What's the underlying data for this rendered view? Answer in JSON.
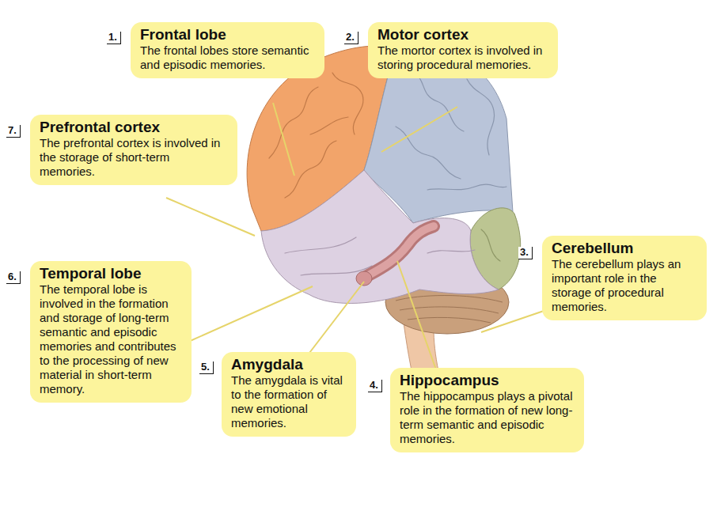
{
  "diagram": {
    "nodes": [
      {
        "text": [
          "Frontal lobe",
          "The frontal lobes store semantic and episodic memories."
        ]
      },
      {
        "text": [
          "Motor cortex",
          "The mortor cortex is involved in storing procedural memories."
        ]
      },
      {
        "text": [
          "Prefrontal cortex",
          "The prefrontal cortex is involved in the storage of short-term memories."
        ]
      },
      {
        "text": [
          "Cerebellum",
          "The cerebellum plays an important role in the storage of procedural memories."
        ]
      },
      {
        "text": [
          "Temporal lobe",
          "The temporal lobe is involved in the formation and storage of long-term semantic and episodic memories and contributes to the processing of new material in short-term memory."
        ]
      },
      {
        "text": [
          "Amygdala",
          "The amygdala is vital to the formation of new emotional memories."
        ]
      },
      {
        "text": [
          "Hippocampus",
          "The hippocampus plays a pivotal role in the formation of new long-term semantic and episodic memories."
        ]
      }
    ],
    "labels": [
      "1.",
      "2.",
      "7.",
      "3.",
      "6.",
      "5.",
      "4."
    ]
  }
}
